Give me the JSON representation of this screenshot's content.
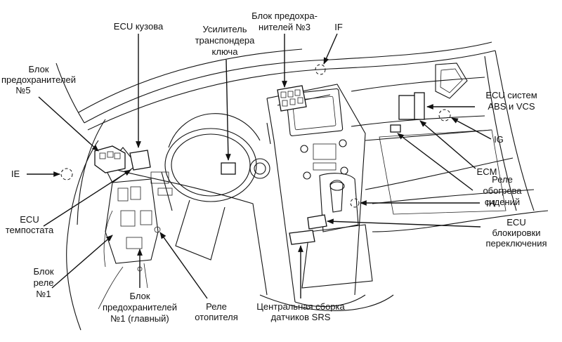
{
  "labels": {
    "ecu_body": "ECU кузова",
    "transponder_1": "Усилитель",
    "transponder_2": "транспондера",
    "transponder_3": "ключа",
    "fuse3_1": "Блок предохра-",
    "fuse3_2": "нителей №3",
    "if": "IF",
    "fuse5_1": "Блок",
    "fuse5_2": "предохранителей",
    "fuse5_3": "№5",
    "ecu_abs_1": "ECU систем",
    "ecu_abs_2": "ABS и VCS",
    "ig": "IG",
    "ie": "IE",
    "ecm": "ECM",
    "seat_1": "Реле",
    "seat_2": "обогрева",
    "seat_3": "сидений",
    "ih": "IH",
    "thermo_1": "ECU",
    "thermo_2": "темпостата",
    "shift_1": "ECU",
    "shift_2": "блокировки",
    "shift_3": "переключения",
    "relay1_1": "Блок",
    "relay1_2": "реле",
    "relay1_3": "№1",
    "fuse1_1": "Блок",
    "fuse1_2": "предохранителей",
    "fuse1_3": "№1 (главный)",
    "heater_1": "Реле",
    "heater_2": "отопителя",
    "srs_1": "Центральная сборка",
    "srs_2": "датчиков SRS"
  },
  "icons": {
    "connector": "dashed-circle-icon"
  }
}
